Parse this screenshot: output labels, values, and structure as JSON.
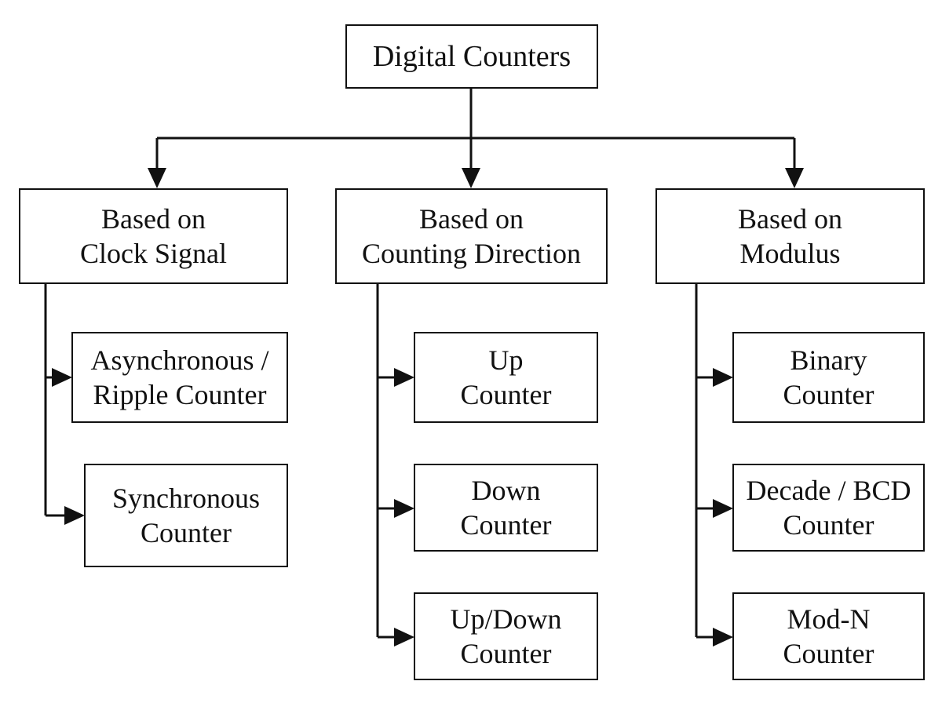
{
  "root": {
    "label": "Digital Counters"
  },
  "categories": [
    {
      "id": "clock",
      "lines": [
        "Based on",
        "Clock Signal"
      ],
      "children": [
        {
          "lines": [
            "Asynchronous /",
            "Ripple Counter"
          ]
        },
        {
          "lines": [
            "Synchronous",
            "Counter"
          ]
        }
      ]
    },
    {
      "id": "direction",
      "lines": [
        "Based on",
        "Counting Direction"
      ],
      "children": [
        {
          "lines": [
            "Up",
            "Counter"
          ]
        },
        {
          "lines": [
            "Down",
            "Counter"
          ]
        },
        {
          "lines": [
            "Up/Down",
            "Counter"
          ]
        }
      ]
    },
    {
      "id": "modulus",
      "lines": [
        "Based on",
        "Modulus"
      ],
      "children": [
        {
          "lines": [
            "Binary",
            "Counter"
          ]
        },
        {
          "lines": [
            "Decade / BCD",
            "Counter"
          ]
        },
        {
          "lines": [
            "Mod-N",
            "Counter"
          ]
        }
      ]
    }
  ]
}
